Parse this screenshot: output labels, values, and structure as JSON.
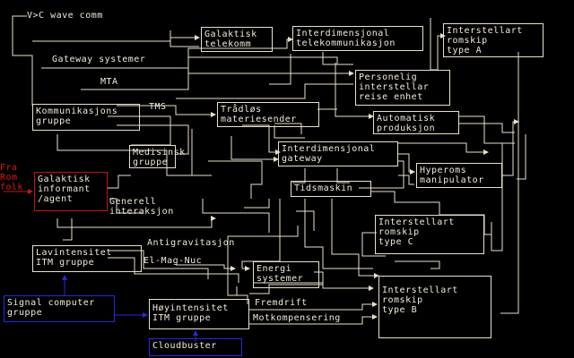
{
  "colors": {
    "background": "#000000",
    "line": "#e8e0c8",
    "text": "#f0ead8",
    "accent_red": "#c81010",
    "accent_blue": "#2828e0"
  },
  "labels": {
    "vc_wave": "V>C wave comm",
    "gateway_systems": "Gateway systemer",
    "mta": "MTA",
    "tms": "TMS",
    "fra_rom_folk": "Fra\nRom\nfolk",
    "general_interaction": "Generell\ninteraksjon",
    "antigravity": "Antigravitasjon",
    "el_mag_nuc": "El-Mag-Nuc",
    "propulsion": "Fremdrift",
    "countercompensation": "Motkompensering"
  },
  "boxes": {
    "galactic_telecom": "Galaktisk\ntelekomm",
    "interdim_telecom": "Interdimensjonal\ntelekommunikasjon",
    "interstellar_ship_a": "Interstellart\nromskip\ntype A",
    "personal_travel": "Personelig\ninterstellar\nreise enhet",
    "communications_group": "Kommunikasjons\ngruppe",
    "wireless_matter": "Trådløs\nmateriesender",
    "automatic_production": "Automatisk\nproduksjon",
    "medical_group": "Medisinsk\ngruppe",
    "interdim_gateway": "Interdimensjonal\ngateway",
    "hyperspace_manipulator": "Hyperoms\nmanipulator",
    "galactic_informant": "Galaktisk\ninformant\n/agent",
    "time_machine": "Tidsmaskin",
    "interstellar_ship_c": "Interstellart\nromskip\ntype C",
    "low_intensity_itm": "Lavintensitet\nITM gruppe",
    "energy_systems": "Energi\nsystemer",
    "interstellar_ship_b": "Interstellart\nromskip\ntype B",
    "signal_computer": "Signal computer\ngruppe",
    "high_intensity_itm": "Høyintensitet\nITM gruppe",
    "cloudbuster": "Cloudbuster"
  }
}
